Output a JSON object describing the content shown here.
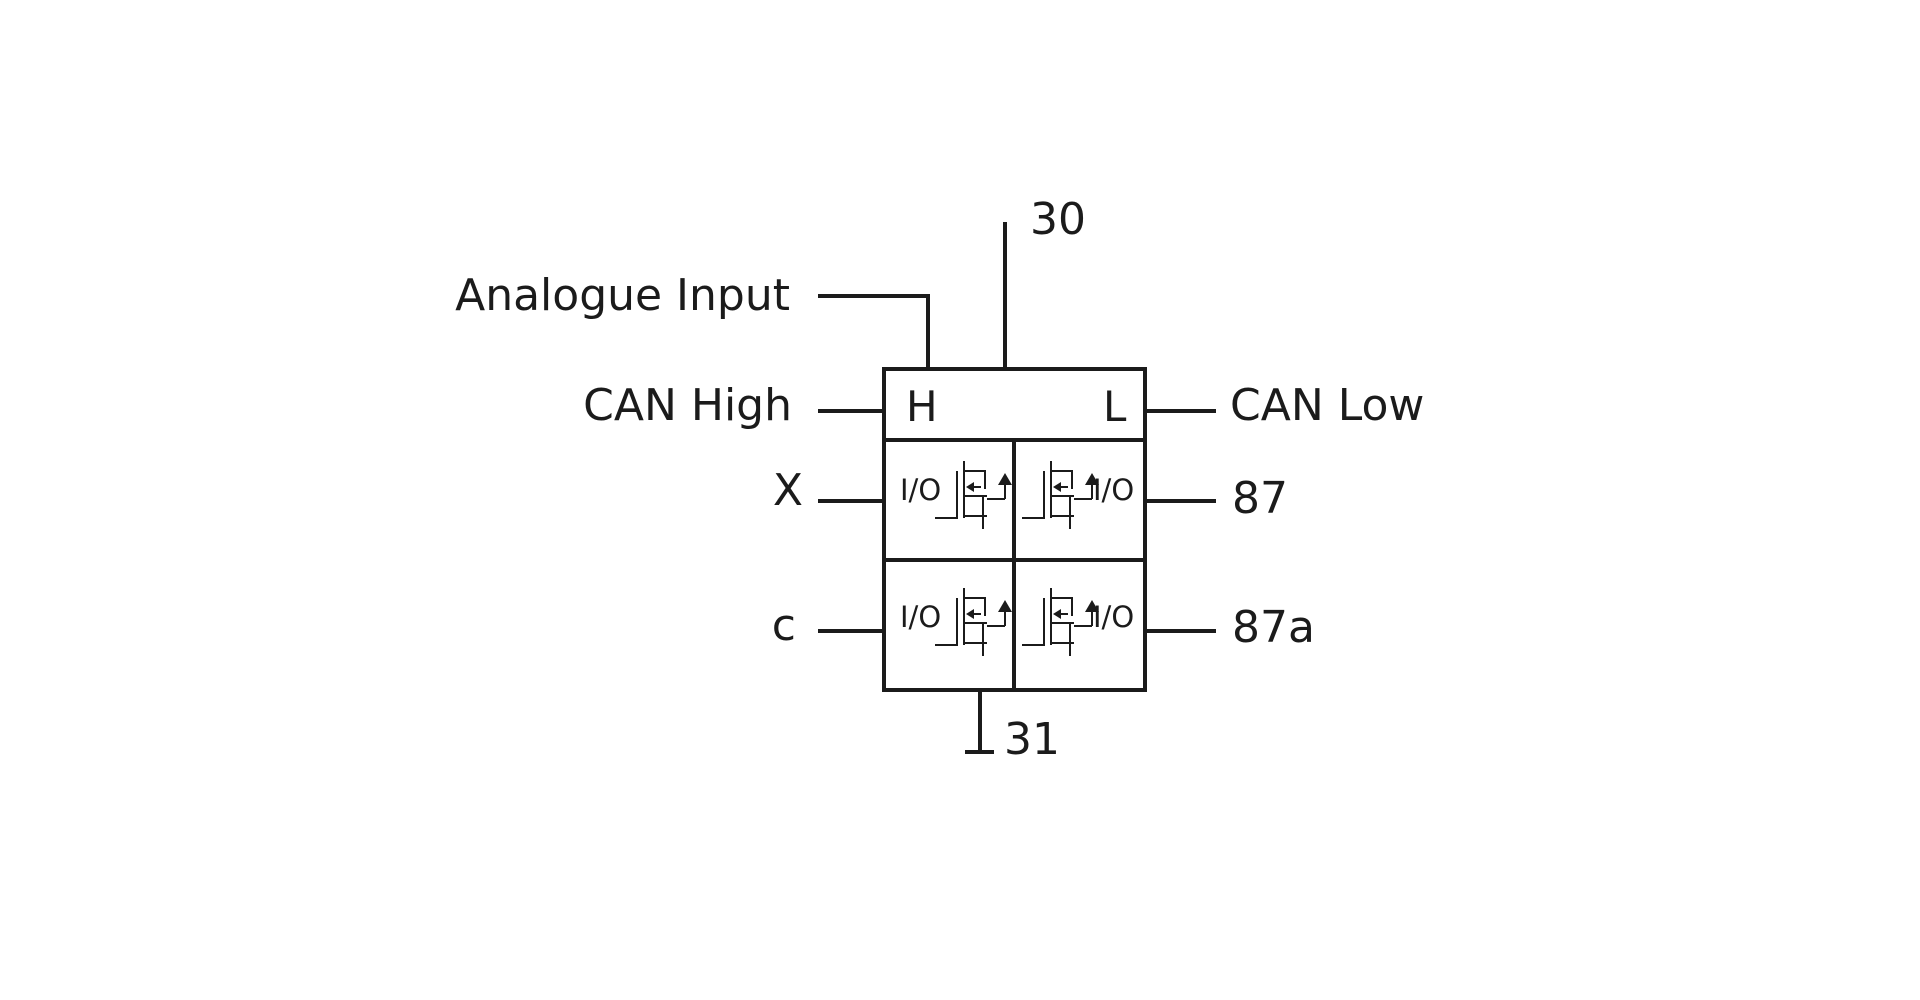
{
  "terminals": {
    "supply": "30",
    "analogue_input": "Analogue Input",
    "can_high": "CAN High",
    "can_low": "CAN Low",
    "x": "X",
    "c": "c",
    "out_87": "87",
    "out_87a": "87a",
    "ground": "31"
  },
  "module": {
    "can_h_letter": "H",
    "can_l_letter": "L",
    "channels": [
      {
        "label": "I/O"
      },
      {
        "label": "I/O"
      },
      {
        "label": "I/O"
      },
      {
        "label": "I/O"
      }
    ]
  }
}
